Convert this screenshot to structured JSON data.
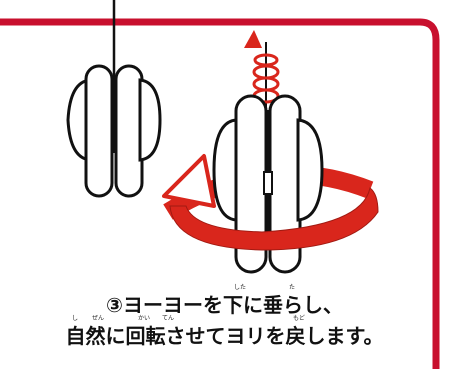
{
  "colors": {
    "accent_red": "#d9261c",
    "frame_border": "#c8102e",
    "outline": "#111111",
    "text": "#111111"
  },
  "illustration": {
    "left_yoyo_icon": "yoyo-hanging-icon",
    "right_yoyo_icon": "yoyo-twisting-icon",
    "spin_arrow_icon": "spiral-up-arrow-icon",
    "rotate_arrow_icon": "rotate-arrow-icon"
  },
  "caption": {
    "line1": "③ヨーヨーを下に垂らし、",
    "line2": "自然に回転させてヨリを戻します。",
    "ruby_line1": {
      "shita": "した",
      "ta": "た"
    },
    "ruby_line2": {
      "shi": "し",
      "zen": "ぜん",
      "kai": "かい",
      "ten": "てん",
      "modo": "もど"
    }
  }
}
